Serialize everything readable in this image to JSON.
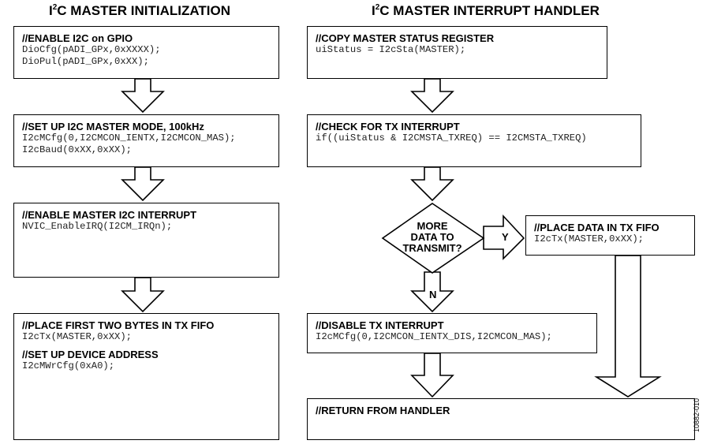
{
  "titles": {
    "left_pre": "I",
    "left_sup": "2",
    "left_post": "C MASTER INITIALIZATION",
    "right_pre": "I",
    "right_sup": "2",
    "right_post": "C MASTER INTERRUPT HANDLER"
  },
  "left": {
    "b1": {
      "heading": "//ENABLE I2C on GPIO",
      "code1": "DioCfg(pADI_GPx,0xXXXX);",
      "code2": "DioPul(pADI_GPx,0xXX);"
    },
    "b2": {
      "heading": "//SET UP I2C MASTER MODE, 100kHz",
      "code1": "I2cMCfg(0,I2CMCON_IENTX,I2CMCON_MAS);",
      "code2": "I2cBaud(0xXX,0xXX);"
    },
    "b3": {
      "heading": "//ENABLE MASTER I2C INTERRUPT",
      "code1": "NVIC_EnableIRQ(I2CM_IRQn);"
    },
    "b4": {
      "heading1": "//PLACE FIRST TWO BYTES IN TX FIFO",
      "code1": "I2cTx(MASTER,0xXX);",
      "heading2": "//SET UP DEVICE ADDRESS",
      "code2": "I2cMWrCfg(0xA0);"
    }
  },
  "right": {
    "b1": {
      "heading": "//COPY MASTER STATUS REGISTER",
      "code1": "uiStatus = I2cSta(MASTER);"
    },
    "b2": {
      "heading": "//CHECK FOR TX INTERRUPT",
      "code1": "if((uiStatus & I2CMSTA_TXREQ) == I2CMSTA_TXREQ)"
    },
    "decision": {
      "line1": "MORE",
      "line2": "DATA TO",
      "line3": "TRANSMIT?",
      "yes": "Y",
      "no": "N"
    },
    "b3": {
      "heading": "//PLACE DATA IN TX FIFO",
      "code1": "I2cTx(MASTER,0xXX);"
    },
    "b4": {
      "heading": "//DISABLE TX INTERRUPT",
      "code1": "I2cMCfg(0,I2CMCON_IENTX_DIS,I2CMCON_MAS);"
    },
    "b5": {
      "heading": "//RETURN FROM HANDLER"
    }
  },
  "figure_id": "10882-010"
}
